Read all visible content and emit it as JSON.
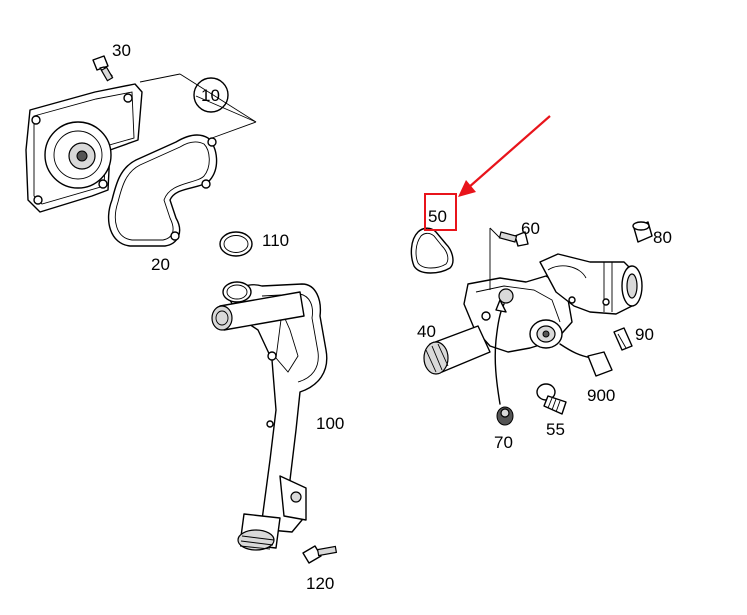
{
  "labels": {
    "p10": "10",
    "p20": "20",
    "p30": "30",
    "p40": "40",
    "p50": "50",
    "p55": "55",
    "p60": "60",
    "p70": "70",
    "p80": "80",
    "p90": "90",
    "p100": "100",
    "p110": "110",
    "p120": "120",
    "p900": "900"
  },
  "highlight": {
    "part": "50",
    "color": "#e8141b"
  }
}
